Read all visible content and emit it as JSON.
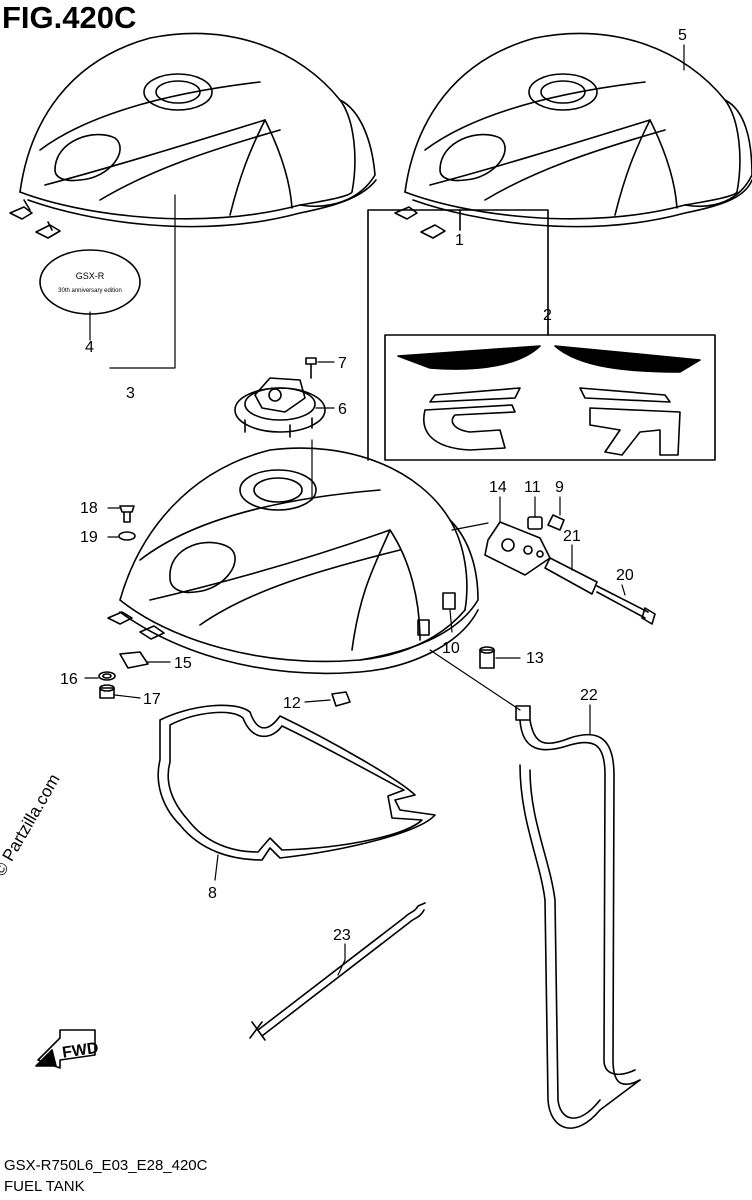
{
  "figure": {
    "title": "FIG.420C",
    "model_code": "GSX-R750L6_E03_E28_420C",
    "section_name": "FUEL TANK",
    "watermark": "© Partzilla.com",
    "fwd_label": "FWD",
    "decal_line1": "GSX-R",
    "decal_line2": "30th anniversary edition"
  },
  "callouts": [
    {
      "id": "1",
      "label": "1"
    },
    {
      "id": "2",
      "label": "2"
    },
    {
      "id": "3",
      "label": "3"
    },
    {
      "id": "4",
      "label": "4"
    },
    {
      "id": "5",
      "label": "5"
    },
    {
      "id": "6",
      "label": "6"
    },
    {
      "id": "7",
      "label": "7"
    },
    {
      "id": "8",
      "label": "8"
    },
    {
      "id": "9",
      "label": "9"
    },
    {
      "id": "10",
      "label": "10"
    },
    {
      "id": "11",
      "label": "11"
    },
    {
      "id": "12",
      "label": "12"
    },
    {
      "id": "13",
      "label": "13"
    },
    {
      "id": "14",
      "label": "14"
    },
    {
      "id": "15",
      "label": "15"
    },
    {
      "id": "16",
      "label": "16"
    },
    {
      "id": "17",
      "label": "17"
    },
    {
      "id": "18",
      "label": "18"
    },
    {
      "id": "19",
      "label": "19"
    },
    {
      "id": "20",
      "label": "20"
    },
    {
      "id": "21",
      "label": "21"
    },
    {
      "id": "22",
      "label": "22"
    },
    {
      "id": "23",
      "label": "23"
    }
  ]
}
